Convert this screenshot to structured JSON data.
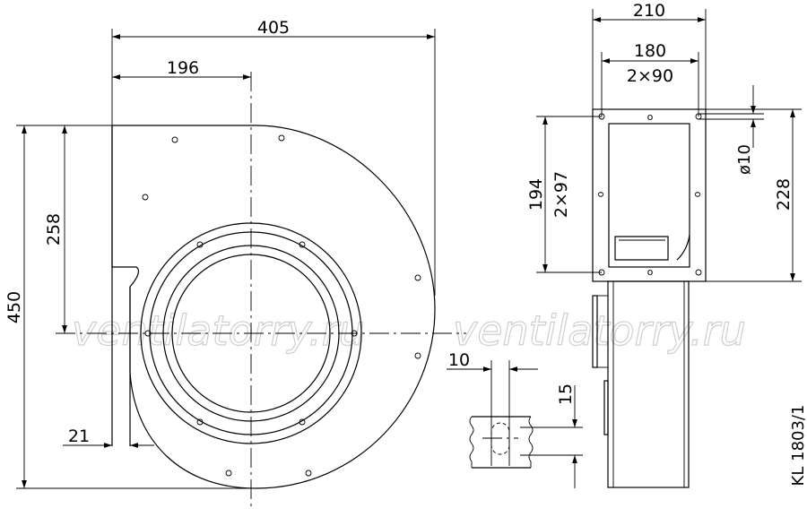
{
  "colors": {
    "line": "#000000",
    "background": "#ffffff",
    "watermark": "#cfcfcf"
  },
  "watermark": [
    "ventilatorry.ru",
    "ventilatorry.ru"
  ],
  "front_view": {
    "dims": {
      "overall_width": "405",
      "axis_from_left": "196",
      "overall_height": "450",
      "axis_height": "258",
      "outlet_flange": "21"
    }
  },
  "side_view": {
    "dims": {
      "outer_width": "210",
      "hole_spacing_width": "180",
      "hole_pitch_width": "2×90",
      "hole_spacing_height": "194",
      "hole_pitch_height": "2×97",
      "hole_diameter": "ø10",
      "outer_height": "228"
    },
    "hole_marks": [
      "o",
      "o",
      "o",
      "o"
    ]
  },
  "detail": {
    "dims": {
      "slot_width": "10",
      "slot_height": "15"
    }
  },
  "drawing_code": "KL 1803/1"
}
